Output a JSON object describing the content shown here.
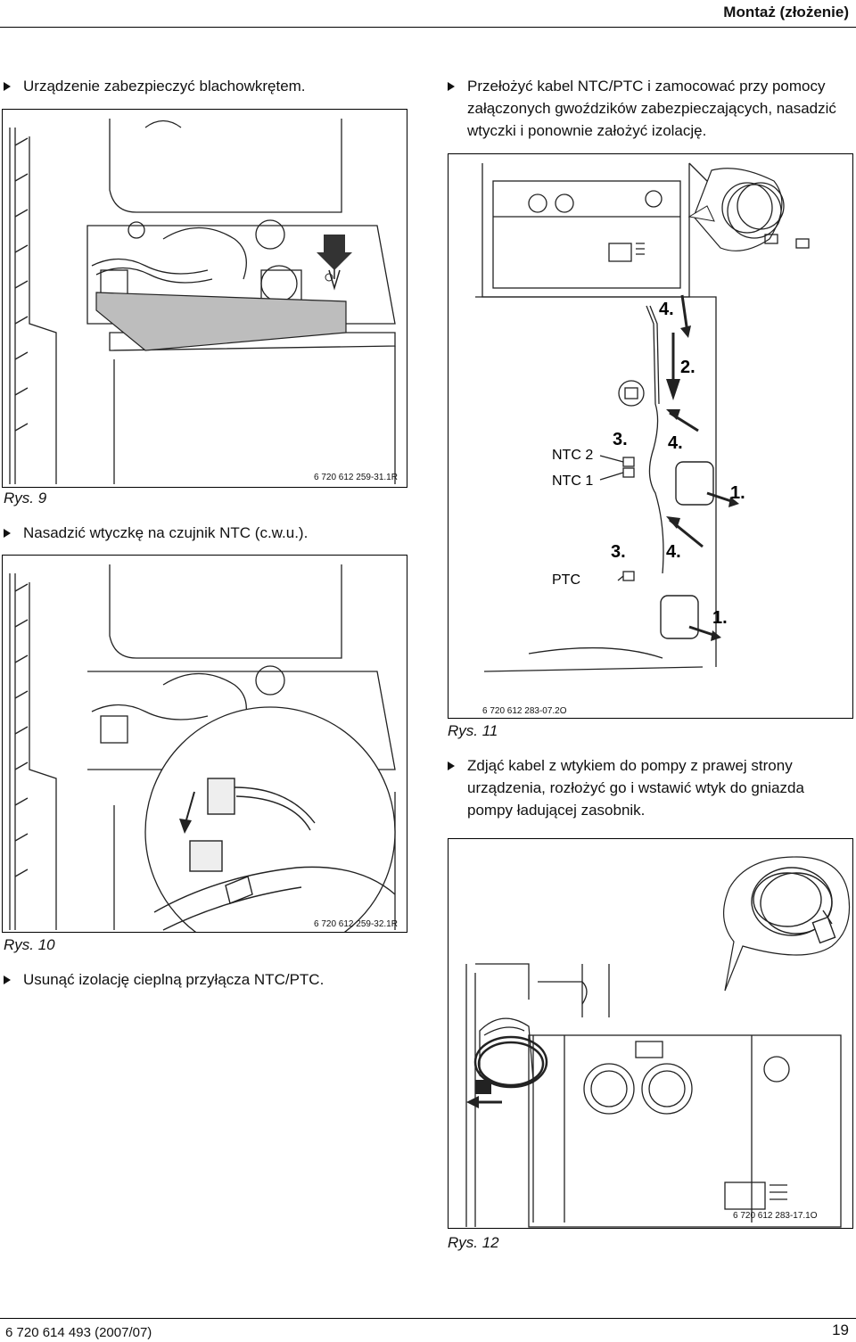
{
  "header": {
    "title": "Montaż (złożenie)"
  },
  "steps": {
    "s1": "Urządzenie zabezpieczyć blachowkrętem.",
    "s2": "Nasadzić wtyczkę na czujnik NTC (c.w.u.).",
    "s3": "Usunąć izolację cieplną przyłącza NTC/PTC.",
    "s4": "Przełożyć kabel NTC/PTC i zamocować przy pomocy załączonych gwoździków zabezpieczających, nasadzić wtyczki i ponownie założyć izolację.",
    "s5": "Zdjąć kabel z wtykiem do pompy z prawej strony urządzenia, rozłożyć go i wstawić wtyk do gniazda pompy ładującej zasobnik."
  },
  "figures": {
    "f9": {
      "caption": "Rys. 9",
      "code": "6 720 612 259-31.1R"
    },
    "f10": {
      "caption": "Rys. 10",
      "code": "6 720 612 259-32.1R"
    },
    "f11": {
      "caption": "Rys. 11",
      "code": "6 720 612 283-07.2O",
      "labels": {
        "ntc2": "NTC 2",
        "ntc1": "NTC 1",
        "ptc": "PTC",
        "n1a": "1.",
        "n1b": "1.",
        "n2": "2.",
        "n3a": "3.",
        "n3b": "3.",
        "n4a": "4.",
        "n4b": "4.",
        "n4c": "4."
      }
    },
    "f12": {
      "caption": "Rys. 12",
      "code": "6 720 612 283-17.1O"
    }
  },
  "footer": {
    "doc_code": "6 720 614 493 (2007/07)",
    "page": "19"
  }
}
